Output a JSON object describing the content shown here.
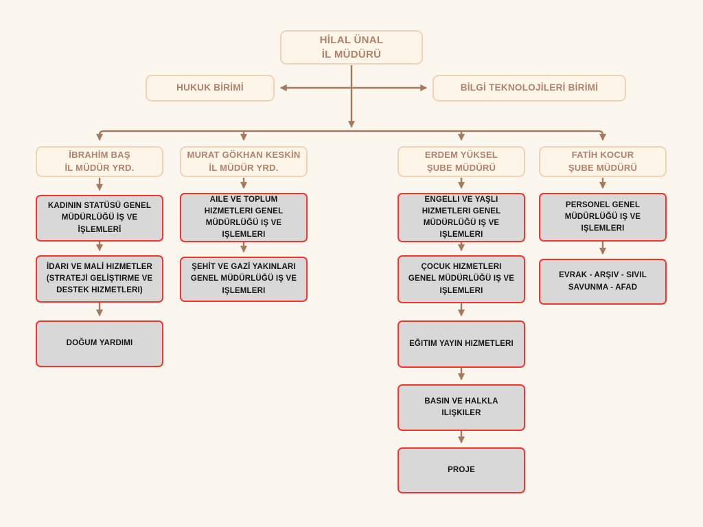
{
  "root": {
    "name": "HİLAL ÜNAL",
    "title": "İL MÜDÜRÜ"
  },
  "staff_units": {
    "left": "HUKUK BİRİMİ",
    "right": "BİLGİ TEKNOLOJİLERİ BİRİMİ"
  },
  "columns": [
    {
      "manager": {
        "name": "İBRAHİM BAŞ",
        "title": "İL MÜDÜR YRD."
      },
      "tasks": [
        "KADININ STATÜSÜ GENEL MÜDÜRLÜĞÜ İŞ VE İŞLEMLERİ",
        "İDARI VE MALİ HIZMETLER (STRATEJİ GELİŞTIRME VE DESTEK HIZMETLERI)",
        "DOĞUM YARDIMI"
      ]
    },
    {
      "manager": {
        "name": "MURAT GÖKHAN KESKİN",
        "title": "İL MÜDÜR YRD."
      },
      "tasks": [
        "AILE VE TOPLUM HIZMETLERI GENEL MÜDÜRLÜĞÜ IŞ VE IŞLEMLERI",
        "ŞEHİT VE GAZİ YAKINLARI GENEL MÜDÜRLÜĞÜ IŞ VE IŞLEMLERI"
      ]
    },
    {
      "manager": {
        "name": "ERDEM YÜKSEL",
        "title": "ŞUBE MÜDÜRÜ"
      },
      "tasks": [
        "ENGELLI VE YAŞLI HIZMETLERI GENEL MÜDÜRLÜĞÜ IŞ VE IŞLEMLERI",
        "ÇOCUK HIZMETLERI GENEL MÜDÜRLÜĞÜ IŞ VE IŞLEMLERI",
        "EĞITIM YAYIN HIZMETLERI",
        "BASIN VE HALKLA ILIŞKILER",
        "PROJE"
      ]
    },
    {
      "manager": {
        "name": "FATİH KOCUR",
        "title": "ŞUBE MÜDÜRÜ"
      },
      "tasks": [
        "PERSONEL GENEL MÜDÜRLÜĞÜ IŞ VE IŞLEMLERI",
        "EVRAK - ARŞIV - SIVIL SAVUNMA - AFAD"
      ]
    }
  ],
  "colors": {
    "page-bg": "#fbf6ee",
    "connector": "#a6795c",
    "node-bg": "#fdf5e7",
    "node-border": "#eed3b6",
    "node-text": "#b0826b",
    "task-bg": "#d8d8d8",
    "task-border": "#f5342c",
    "task-text": "#141414"
  }
}
